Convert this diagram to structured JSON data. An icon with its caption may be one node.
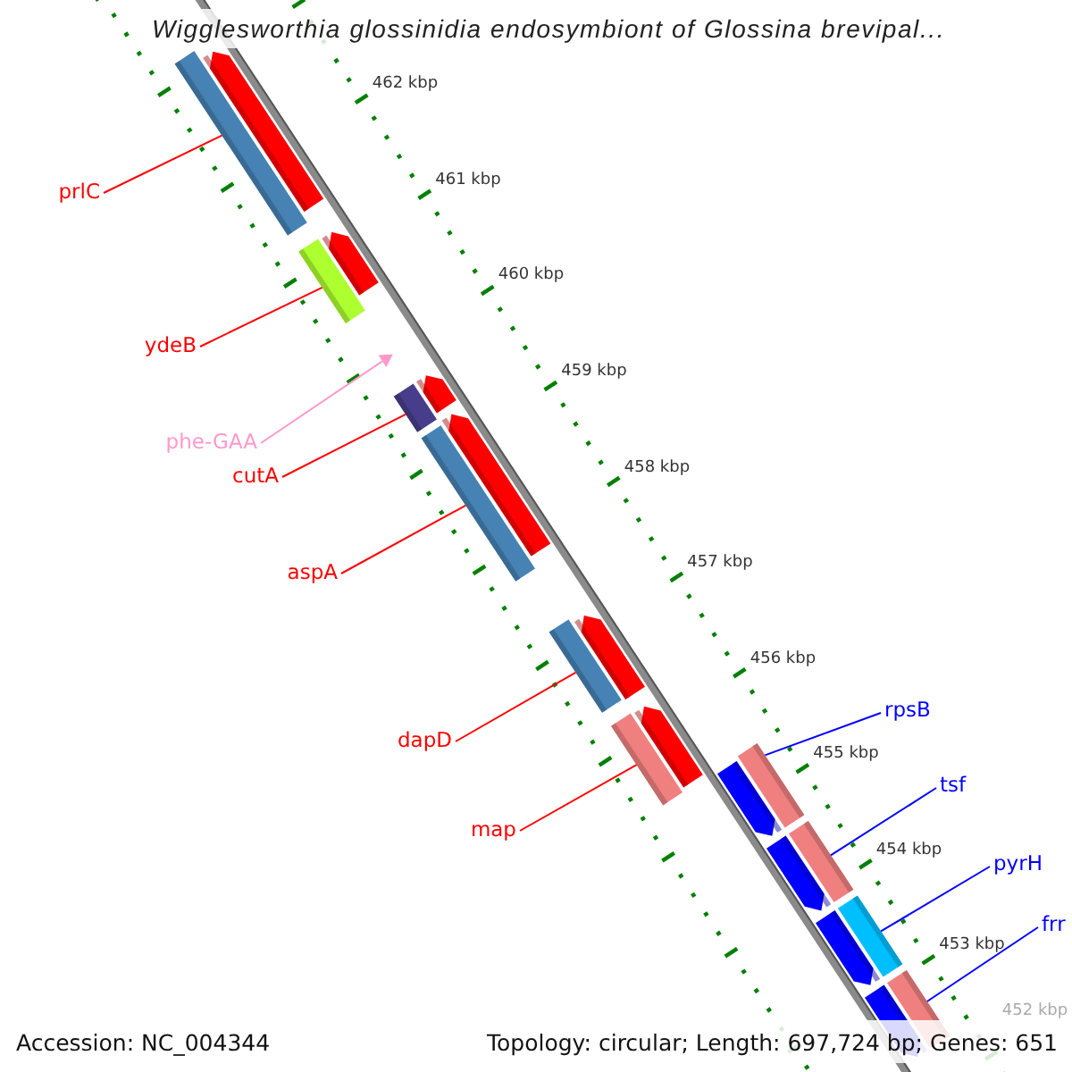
{
  "diagram": {
    "title": "Wigglesworthia glossinidia endosymbiont of Glossina brevipal...",
    "nodes": [
      {
        "text": [
          "prlC"
        ]
      },
      {
        "text": [
          "ydeB"
        ]
      },
      {
        "text": [
          "phe-GAA"
        ]
      },
      {
        "text": [
          "cutA"
        ]
      },
      {
        "text": [
          "aspA"
        ]
      },
      {
        "text": [
          "dapD"
        ]
      },
      {
        "text": [
          "map"
        ]
      },
      {
        "text": [
          "rpsB"
        ]
      },
      {
        "text": [
          "tsf"
        ]
      },
      {
        "text": [
          "pyrH"
        ]
      },
      {
        "text": [
          "frr"
        ]
      },
      {
        "text": [],
        "shape": "bar"
      },
      {
        "text": [],
        "shape": "arrow"
      },
      {
        "text": [],
        "shape": "bar"
      },
      {
        "text": [],
        "shape": "arrow"
      },
      {
        "text": [],
        "shape": "triangle"
      },
      {
        "text": [],
        "shape": "bar"
      },
      {
        "text": [],
        "shape": "arrow"
      },
      {
        "text": [],
        "shape": "bar"
      },
      {
        "text": [],
        "shape": "arrow"
      },
      {
        "text": [],
        "shape": "bar"
      },
      {
        "text": [],
        "shape": "arrow"
      },
      {
        "text": [],
        "shape": "bar"
      },
      {
        "text": [],
        "shape": "arrow"
      },
      {
        "text": [],
        "shape": "arrow"
      },
      {
        "text": [],
        "shape": "bar"
      },
      {
        "text": [],
        "shape": "arrow"
      },
      {
        "text": [],
        "shape": "bar"
      },
      {
        "text": [],
        "shape": "arrow"
      },
      {
        "text": [],
        "shape": "bar"
      },
      {
        "text": [],
        "shape": "arrow"
      },
      {
        "text": [],
        "shape": "bar"
      }
    ],
    "edges": [
      {
        "from": 0,
        "to": 11,
        "arrow": "none"
      },
      {
        "from": 1,
        "to": 13,
        "arrow": "none"
      },
      {
        "from": 2,
        "to": 15,
        "arrow": "none",
        "color": "#ff99cc"
      },
      {
        "from": 3,
        "to": 16,
        "arrow": "none"
      },
      {
        "from": 4,
        "to": 18,
        "arrow": "none"
      },
      {
        "from": 5,
        "to": 20,
        "arrow": "none"
      },
      {
        "from": 6,
        "to": 22,
        "arrow": "none"
      },
      {
        "from": 7,
        "to": 25,
        "arrow": "none",
        "color": "#0000ff"
      },
      {
        "from": 8,
        "to": 27,
        "arrow": "none",
        "color": "#0000ff"
      },
      {
        "from": 9,
        "to": 29,
        "arrow": "none",
        "color": "#0000ff"
      },
      {
        "from": 10,
        "to": 31,
        "arrow": "none",
        "color": "#0000ff"
      }
    ],
    "labels": [
      "462 kbp",
      "461 kbp",
      "460 kbp",
      "459 kbp",
      "458 kbp",
      "457 kbp",
      "456 kbp",
      "455 kbp",
      "454 kbp",
      "453 kbp",
      "452 kbp",
      "Accession: NC_004344",
      "Topology: circular; Length: 697,724 bp; Genes: 651"
    ]
  }
}
